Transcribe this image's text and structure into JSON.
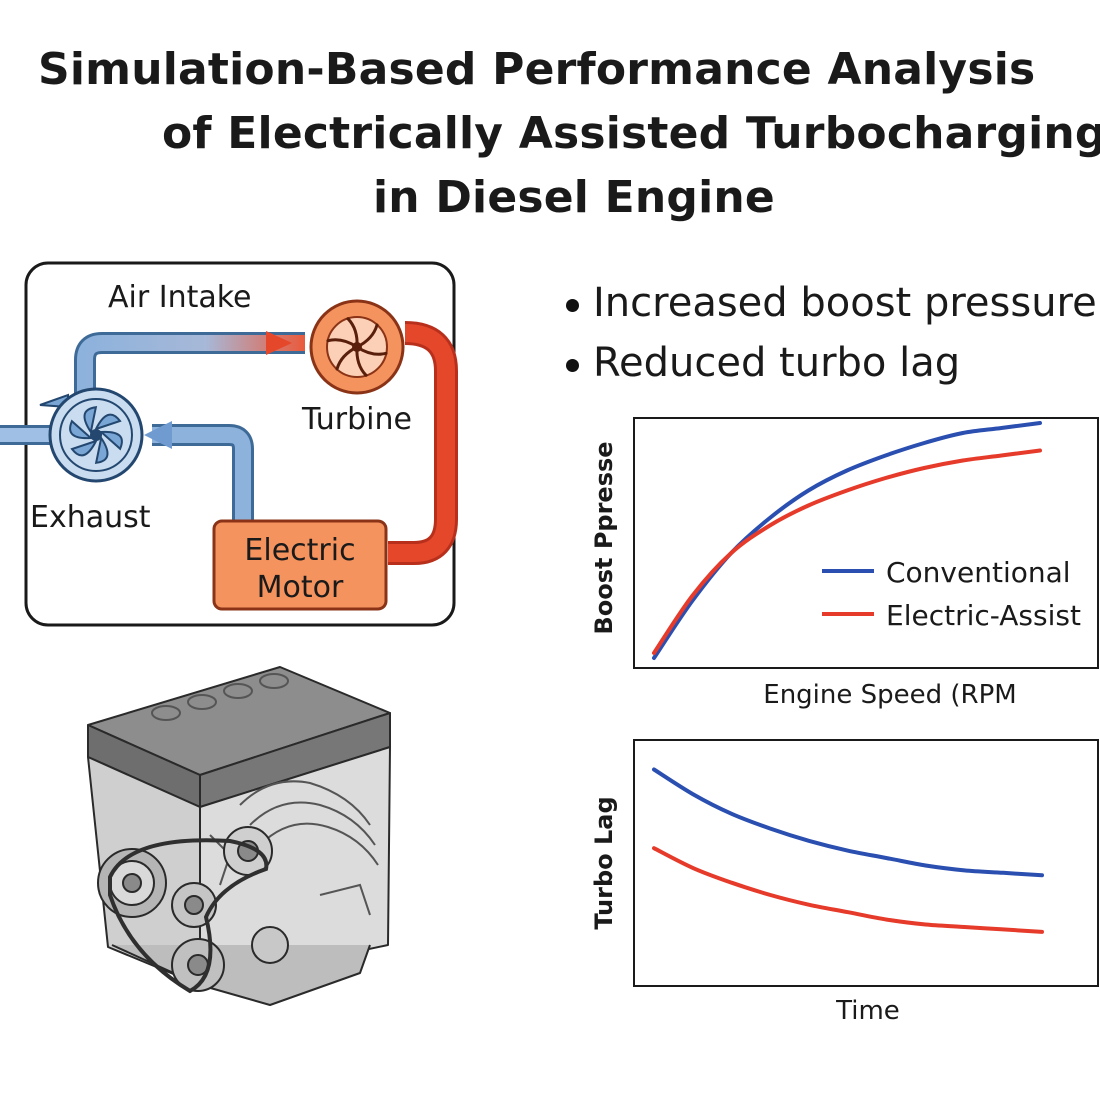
{
  "title_lines": [
    "Simulation-Based Performance Analysis",
    "of Electrically Assisted Turbocharging",
    "in Diesel Engine"
  ],
  "diagram": {
    "air_intake_label": "Air Intake",
    "turbine_label": "Turbine",
    "exhaust_label": "Exhaust",
    "motor_label_line1": "Electric",
    "motor_label_line2": "Motor",
    "colors": {
      "cold_pipe": "#7aa6d6",
      "hot_pipe": "#e5472b",
      "component_fill": "#f5935f",
      "compressor_fill": "#c9dcf0"
    }
  },
  "bullets": [
    "Increased boost pressure",
    "Reduced turbo lag"
  ],
  "chart_data": [
    {
      "type": "line",
      "title": "",
      "xlabel": "Engine Speed (RPM",
      "ylabel": "Boost Ppresse",
      "x": [
        0,
        1,
        2,
        3,
        4,
        5,
        6,
        7,
        8,
        9,
        10
      ],
      "ylim": [
        0,
        10
      ],
      "grid": false,
      "legend": "right",
      "series": [
        {
          "name": "Conventional",
          "color": "#2a4fb0",
          "values": [
            0.4,
            2.7,
            4.6,
            6.0,
            7.1,
            7.9,
            8.5,
            9.0,
            9.4,
            9.6,
            9.8
          ]
        },
        {
          "name": "Electric-Assist",
          "color": "#e63a2a",
          "values": [
            0.6,
            2.9,
            4.6,
            5.7,
            6.5,
            7.1,
            7.6,
            8.0,
            8.3,
            8.5,
            8.7
          ]
        }
      ]
    },
    {
      "type": "line",
      "title": "",
      "xlabel": "Time",
      "ylabel": "Turbo Lag",
      "x": [
        0,
        1,
        2,
        3,
        4,
        5,
        6,
        7,
        8,
        9,
        10
      ],
      "ylim": [
        0,
        10
      ],
      "grid": false,
      "series": [
        {
          "color": "#2a4fb0",
          "values": [
            8.8,
            7.8,
            7.0,
            6.4,
            5.9,
            5.5,
            5.2,
            4.9,
            4.7,
            4.6,
            4.5
          ]
        },
        {
          "color": "#e63a2a",
          "values": [
            5.6,
            4.8,
            4.2,
            3.7,
            3.3,
            3.0,
            2.7,
            2.5,
            2.4,
            2.3,
            2.2
          ]
        }
      ]
    }
  ]
}
